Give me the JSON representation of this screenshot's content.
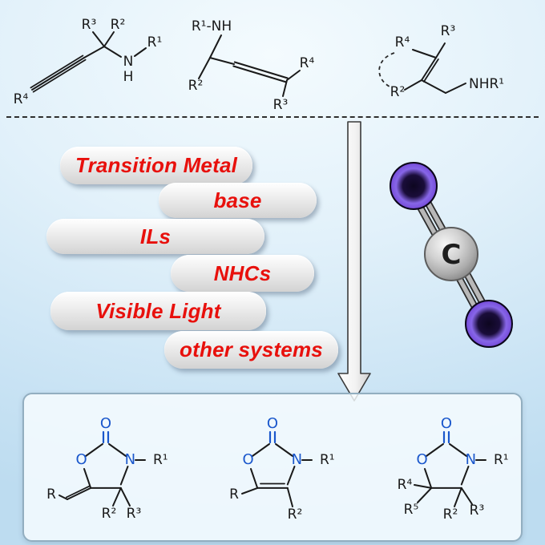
{
  "substrates": {
    "propargyl": {
      "r4": "R⁴",
      "r3": "R³",
      "r2": "R²",
      "n": "N",
      "h": "H",
      "r1": "R¹"
    },
    "allenyl": {
      "amine": "R¹-NH",
      "r2": "R²",
      "r4": "R⁴",
      "r3": "R³"
    },
    "allyl": {
      "r4": "R⁴",
      "r3": "R³",
      "r2": "R²",
      "amine": "NHR¹"
    }
  },
  "conditions": [
    "Transition Metal",
    "base",
    "ILs",
    "NHCs",
    "Visible Light",
    "other systems"
  ],
  "co2": {
    "carbon": "C"
  },
  "products": {
    "p1": {
      "r": "R",
      "o_ring": "O",
      "o_carbonyl": "O",
      "n": "N",
      "r1": "R¹",
      "r2": "R²",
      "r3": "R³"
    },
    "p2": {
      "r": "R",
      "o_ring": "O",
      "o_carbonyl": "O",
      "n": "N",
      "r1": "R¹",
      "r2": "R²"
    },
    "p3": {
      "o_ring": "O",
      "o_carbonyl": "O",
      "n": "N",
      "r1": "R¹",
      "r4": "R⁴",
      "r5": "R⁵",
      "r2": "R²",
      "r3": "R³"
    }
  },
  "colors": {
    "accent_red": "#e8100c",
    "atom_blue": "#1a57cc",
    "bond_black": "#1a1a1a",
    "oxygen_purple": "#7a52dd",
    "carbon_gray": "#bdbdbd"
  }
}
